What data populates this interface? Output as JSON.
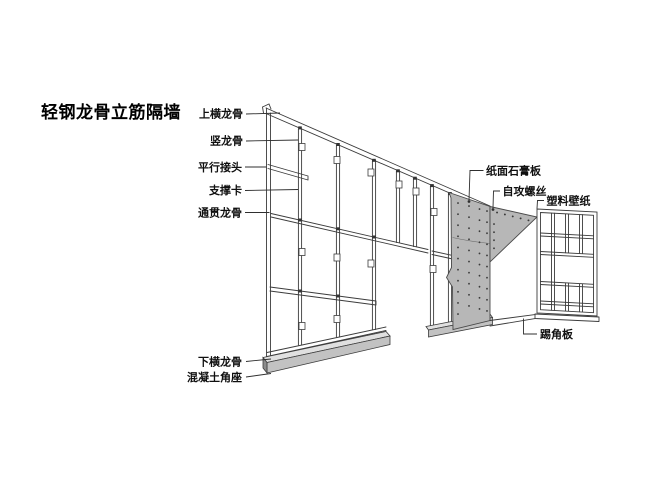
{
  "title": {
    "text": "轻钢龙骨立筋隔墙"
  },
  "diagram": {
    "subject": "light-gauge steel keel stud partition wall cutaway illustration",
    "callouts_left": [
      {
        "id": "top-track",
        "text": "上横龙骨"
      },
      {
        "id": "vertical-stud",
        "text": "竖龙骨"
      },
      {
        "id": "parallel-joint",
        "text": "平行接头"
      },
      {
        "id": "support-clip",
        "text": "支撑卡"
      },
      {
        "id": "through-runner",
        "text": "通贯龙骨"
      },
      {
        "id": "bottom-track",
        "text": "下横龙骨"
      },
      {
        "id": "concrete-base",
        "text": "混凝土角座"
      }
    ],
    "callouts_right": [
      {
        "id": "gypsum-board",
        "text": "纸面石膏板"
      },
      {
        "id": "self-tapping-screw",
        "text": "自攻螺丝"
      },
      {
        "id": "plastic-wallpaper",
        "text": "塑料壁纸"
      },
      {
        "id": "skirting-board",
        "text": "踢角板"
      }
    ],
    "colors": {
      "line": "#3c3c3c",
      "gypsum_board_fill": "#b7b7b7",
      "concrete_top_fill": "#e0e0e0",
      "concrete_front_fill": "#c2c2c2",
      "concrete_end_fill": "#8c8c8c",
      "text": "#101010",
      "background": "#ffffff"
    }
  }
}
